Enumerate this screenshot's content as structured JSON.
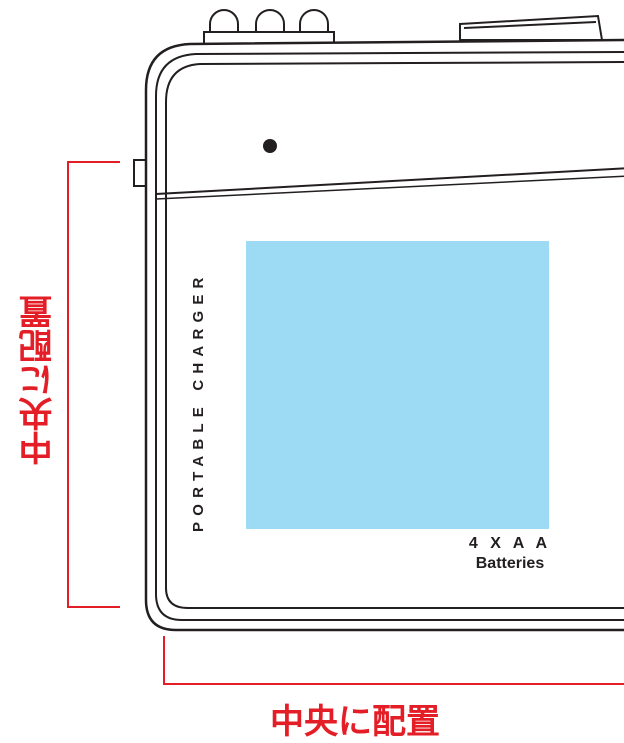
{
  "diagram": {
    "product_label": "PORTABLE CHARGER",
    "battery_qty": "4 X A A",
    "battery_type": "Batteries",
    "placement_label_vertical": "中央に配置",
    "placement_label_horizontal": "中央に配置"
  },
  "colors": {
    "guide_red": "#e41e26",
    "placement_area": "#9ddbf5",
    "outline": "#231f20",
    "background": "#ffffff"
  }
}
